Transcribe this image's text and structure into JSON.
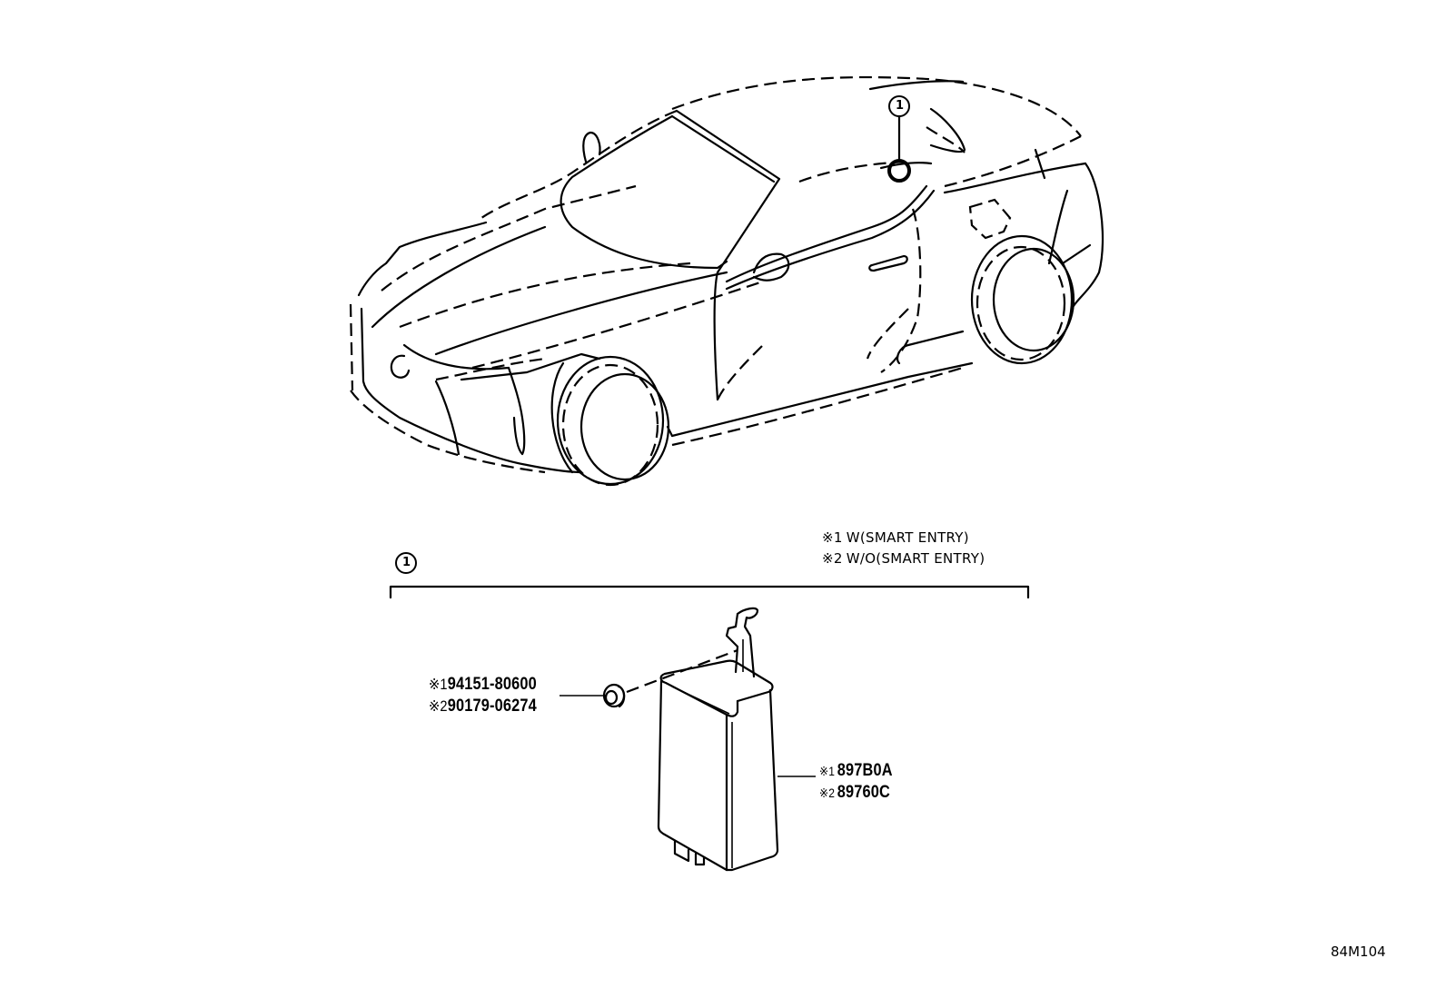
{
  "diagram": {
    "type": "parts-illustration",
    "illustration_code": "84M104",
    "callout": {
      "number": "1",
      "assembly_label": "1"
    },
    "notes": [
      {
        "mark": "※1",
        "text": "W(SMART ENTRY)"
      },
      {
        "mark": "※2",
        "text": "W/O(SMART ENTRY)"
      }
    ],
    "parts": {
      "clip": [
        {
          "mark": "※1",
          "number": "94151-80600"
        },
        {
          "mark": "※2",
          "number": "90179-06274"
        }
      ],
      "module": [
        {
          "mark": "※1",
          "number": "897B0A"
        },
        {
          "mark": "※2",
          "number": "89760C"
        }
      ]
    },
    "colors": {
      "line": "#000000",
      "background": "#ffffff"
    }
  }
}
